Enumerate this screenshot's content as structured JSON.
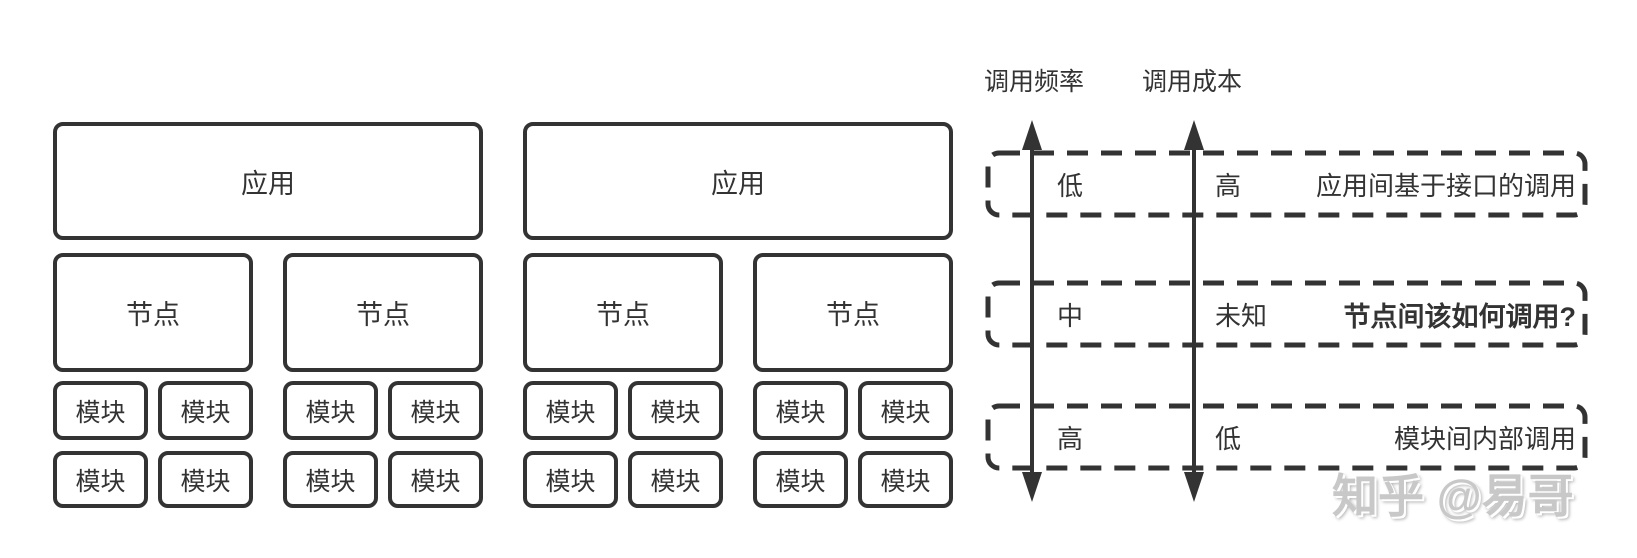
{
  "labels": {
    "app": "应用",
    "node": "节点",
    "module": "模块"
  },
  "axes": {
    "frequency_title": "调用频率",
    "cost_title": "调用成本"
  },
  "rows": [
    {
      "frequency": "低",
      "cost": "高",
      "description": "应用间基于接口的调用"
    },
    {
      "frequency": "中",
      "cost": "未知",
      "description": "节点间该如何调用?"
    },
    {
      "frequency": "高",
      "cost": "低",
      "description": "模块间内部调用"
    }
  ],
  "watermark": "知乎 @易哥",
  "colors": {
    "stroke": "#333333",
    "watermark": "#c8c8c8",
    "background": "#ffffff"
  }
}
